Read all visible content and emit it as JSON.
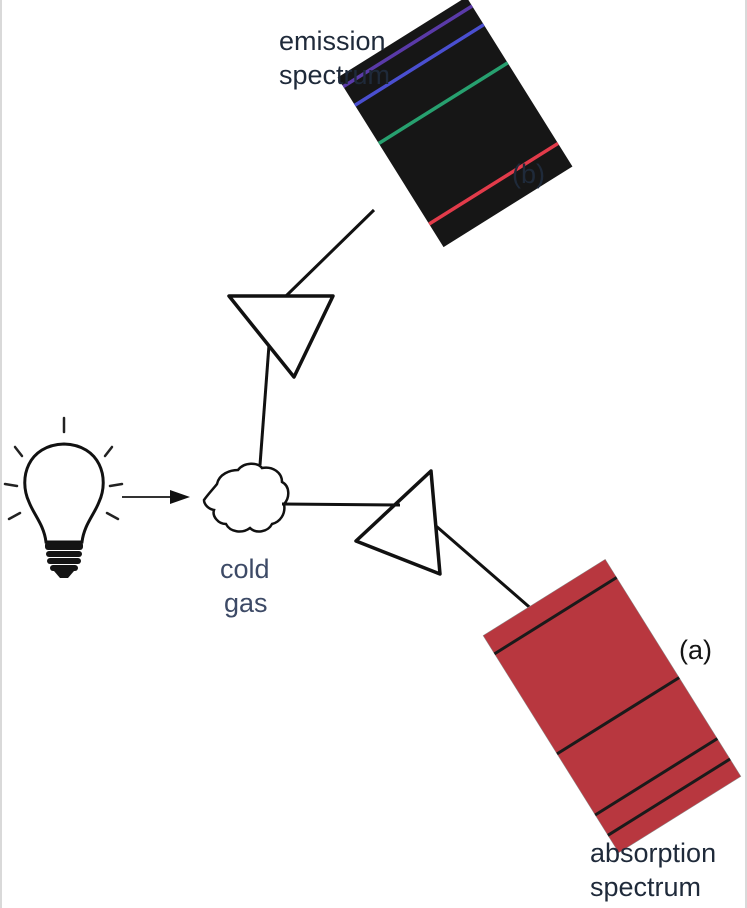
{
  "labels": {
    "emission_line1": "emission",
    "emission_line2": "spectrum",
    "emission_tag": "(b)",
    "absorption_line1": "absorption",
    "absorption_line2": "spectrum",
    "absorption_tag": "(a)",
    "gas_line1": "cold",
    "gas_line2": "gas"
  },
  "colors": {
    "line": "#111111",
    "emission_background": "#161616",
    "emission_lines": [
      "#e23b4a",
      "#27a06f",
      "#4a4fd0",
      "#5a3aa8"
    ],
    "absorption_gradient": [
      "#b8373f",
      "#ef5c4a",
      "#f4a43a",
      "#f3e33a",
      "#5fc24b",
      "#3fae5a",
      "#3f8fd8",
      "#3d57c9",
      "#3a3d9c"
    ],
    "absorption_lines": "#1a1a1a",
    "text": "#1f2a3a"
  },
  "icons": {
    "light_source": "light-bulb-icon",
    "arrow": "arrow-right-icon",
    "gas": "cloud-icon",
    "prism": "triangle-prism-icon"
  }
}
